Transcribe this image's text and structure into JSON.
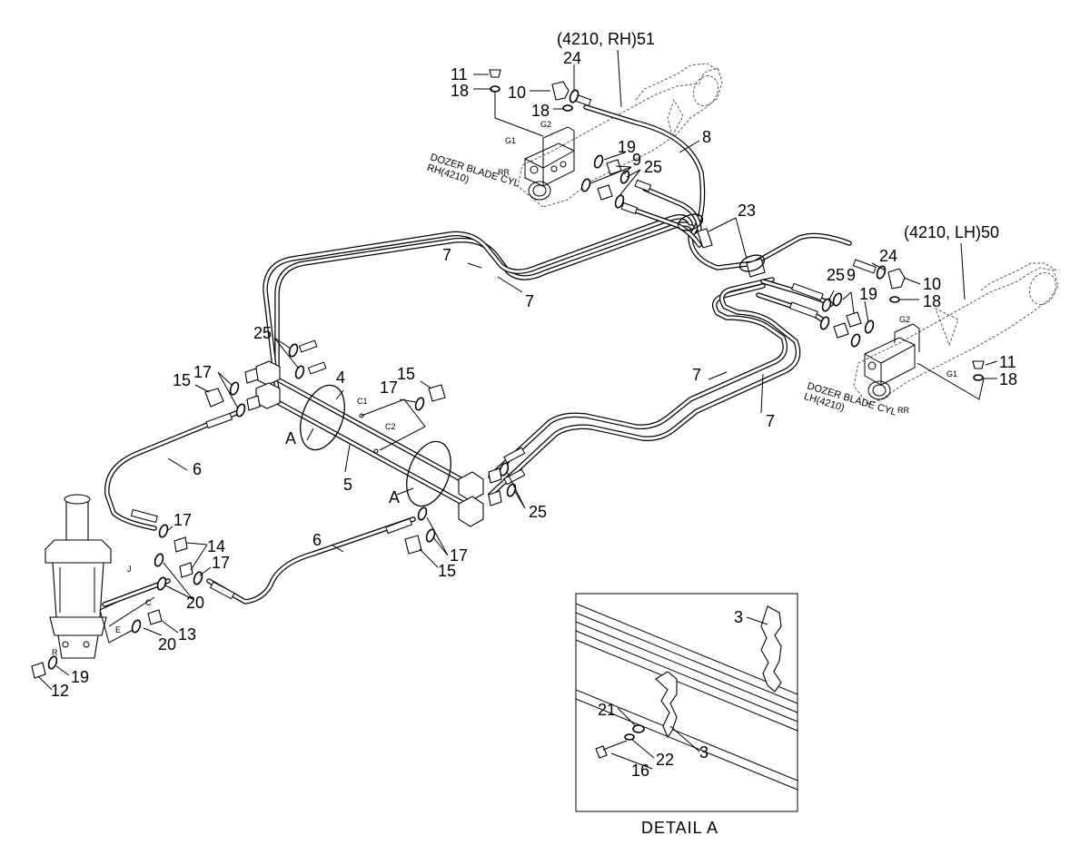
{
  "labels": {
    "rh_cyl_ref": "(4210, RH)51",
    "lh_cyl_ref": "(4210, LH)50",
    "rh_cyl_name_1": "DOZER BLADE CYL",
    "rh_cyl_name_2": "RH(4210)",
    "lh_cyl_name_1": "DOZER BLADE CYL",
    "lh_cyl_name_2": "LH(4210)",
    "rr": "RR",
    "g1": "G1",
    "g2": "G2",
    "c1": "C1",
    "c2": "C2",
    "j": "J",
    "c": "C",
    "e": "E",
    "r": "R",
    "section_a": "A",
    "detail_title": "DETAIL  A"
  },
  "part_numbers": {
    "p3": "3",
    "p4": "4",
    "p5": "5",
    "p6": "6",
    "p7": "7",
    "p8": "8",
    "p9": "9",
    "p10": "10",
    "p11": "11",
    "p12": "12",
    "p13": "13",
    "p14": "14",
    "p15": "15",
    "p16": "16",
    "p17": "17",
    "p18": "18",
    "p19": "19",
    "p20": "20",
    "p21": "21",
    "p22": "22",
    "p23": "23",
    "p24": "24",
    "p25": "25"
  }
}
